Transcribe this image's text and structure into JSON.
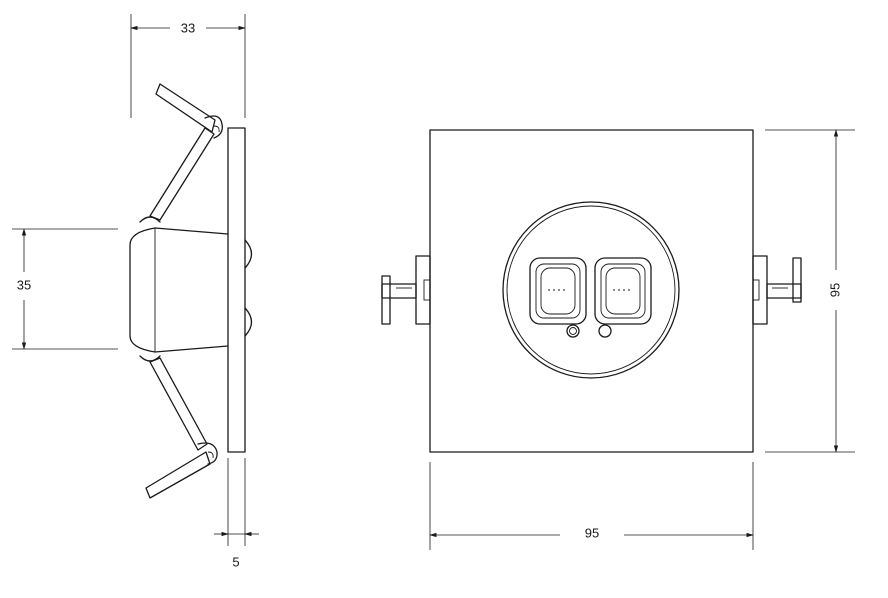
{
  "dimensions": {
    "side_depth": "33",
    "side_opening": "35",
    "side_plate": "5",
    "front_width": "95",
    "front_height": "95"
  }
}
